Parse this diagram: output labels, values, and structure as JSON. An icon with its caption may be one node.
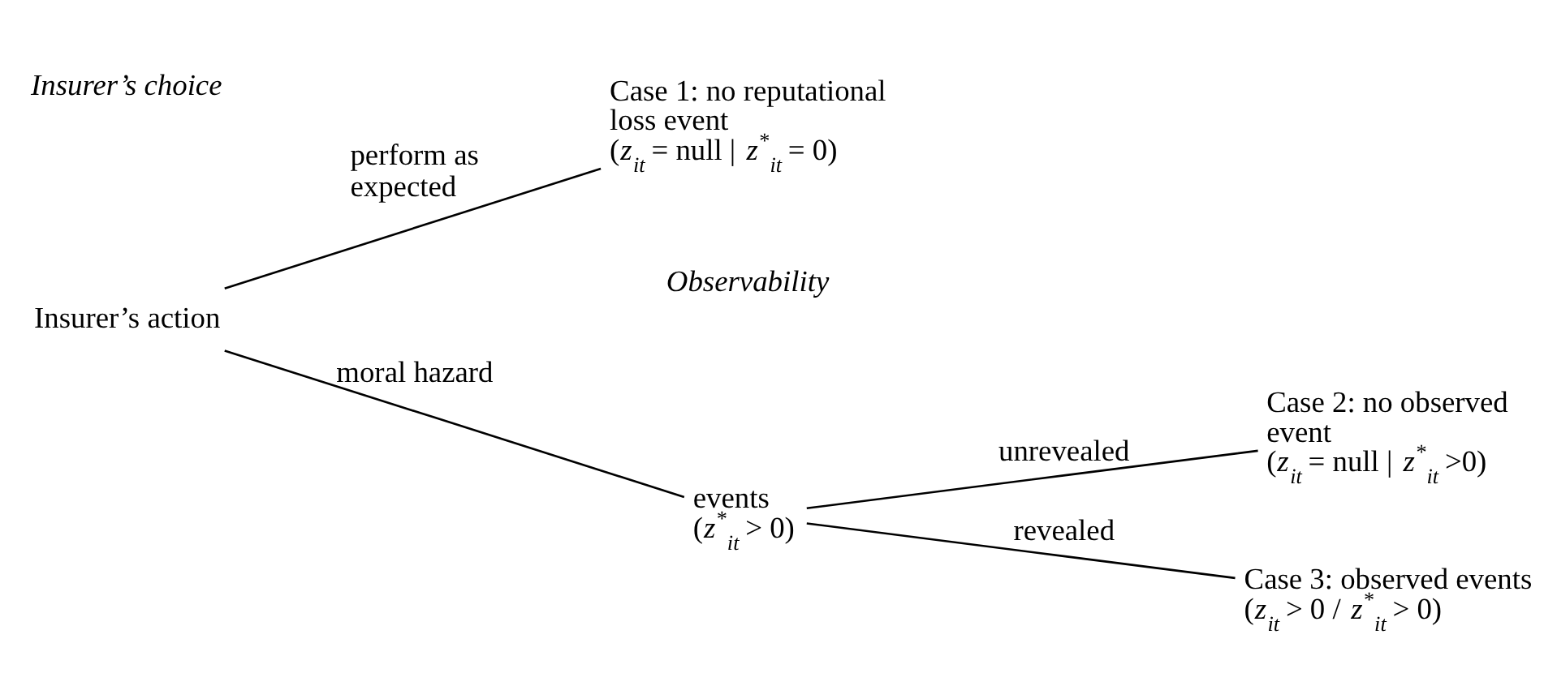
{
  "diagram": {
    "nodes": [
      {
        "text": [
          "Insurer’s action"
        ]
      },
      {
        "text": [
          "Case 1: no reputational loss event",
          "(*z*$_{it}$ = null | *z*$^{*}$$_{it}$ = 0)"
        ]
      },
      {
        "text": [
          "events",
          "(*z*$^{*}$$_{it}$ > 0)"
        ]
      },
      {
        "text": [
          "Case 2: no observed event",
          "(*z*$_{it}$ = null | *z*$^{*}$$_{it}$ >0)"
        ]
      },
      {
        "text": [
          "Case 3: observed events",
          "(*z*$_{it}$ > 0 / *z*$^{*}$$_{it}$ > 0)"
        ]
      }
    ],
    "edges": [
      {
        "from": 0,
        "to": 1,
        "arrow": "none",
        "label": "perform as expected"
      },
      {
        "from": 0,
        "to": 2,
        "arrow": "none",
        "label": "moral hazard"
      },
      {
        "from": 2,
        "to": 3,
        "arrow": "none",
        "label": "unrevealed"
      },
      {
        "from": 2,
        "to": 4,
        "arrow": "none",
        "label": "revealed"
      }
    ],
    "labels": [
      "Insurer’s choice",
      "Observability"
    ]
  }
}
